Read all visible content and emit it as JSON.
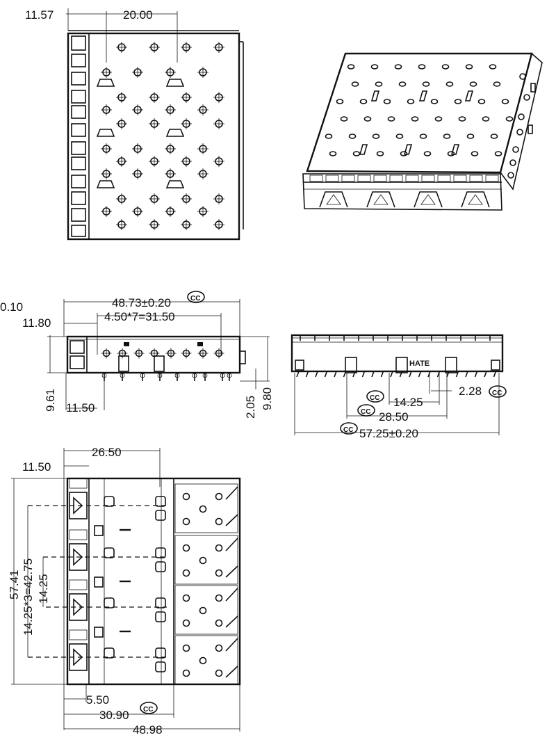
{
  "drawing": {
    "top_view": {
      "dims": {
        "left_offset": "11.57",
        "pitch": "20.00"
      }
    },
    "side_view": {
      "dims": {
        "overall_width": "48.73±0.20",
        "hole_pitch": "4.50*7=31.50",
        "left_offset": "11.80",
        "edge_offset_partial": "0.10",
        "height_left": "9.61",
        "pin_offset": "11.50",
        "pin_length": "2.05",
        "height_right": "9.80"
      }
    },
    "front_view": {
      "brand_mark": "HATE",
      "dims": {
        "port_pitch": "14.25",
        "pin_spacing": "2.28",
        "two_ports": "28.50",
        "overall_length": "57.25±0.20"
      }
    },
    "bottom_view": {
      "dims": {
        "inner_length": "26.50",
        "left_offset": "11.50",
        "overall_height": "57.41",
        "port_pitch_total": "14.25*3=42.75",
        "port_pitch": "14.25",
        "edge_offset": "5.50",
        "mid_length": "30.90",
        "overall_length": "48.98"
      }
    },
    "critical_marks": [
      "CC",
      "CC",
      "CC",
      "CC",
      "CC",
      "CC"
    ]
  }
}
